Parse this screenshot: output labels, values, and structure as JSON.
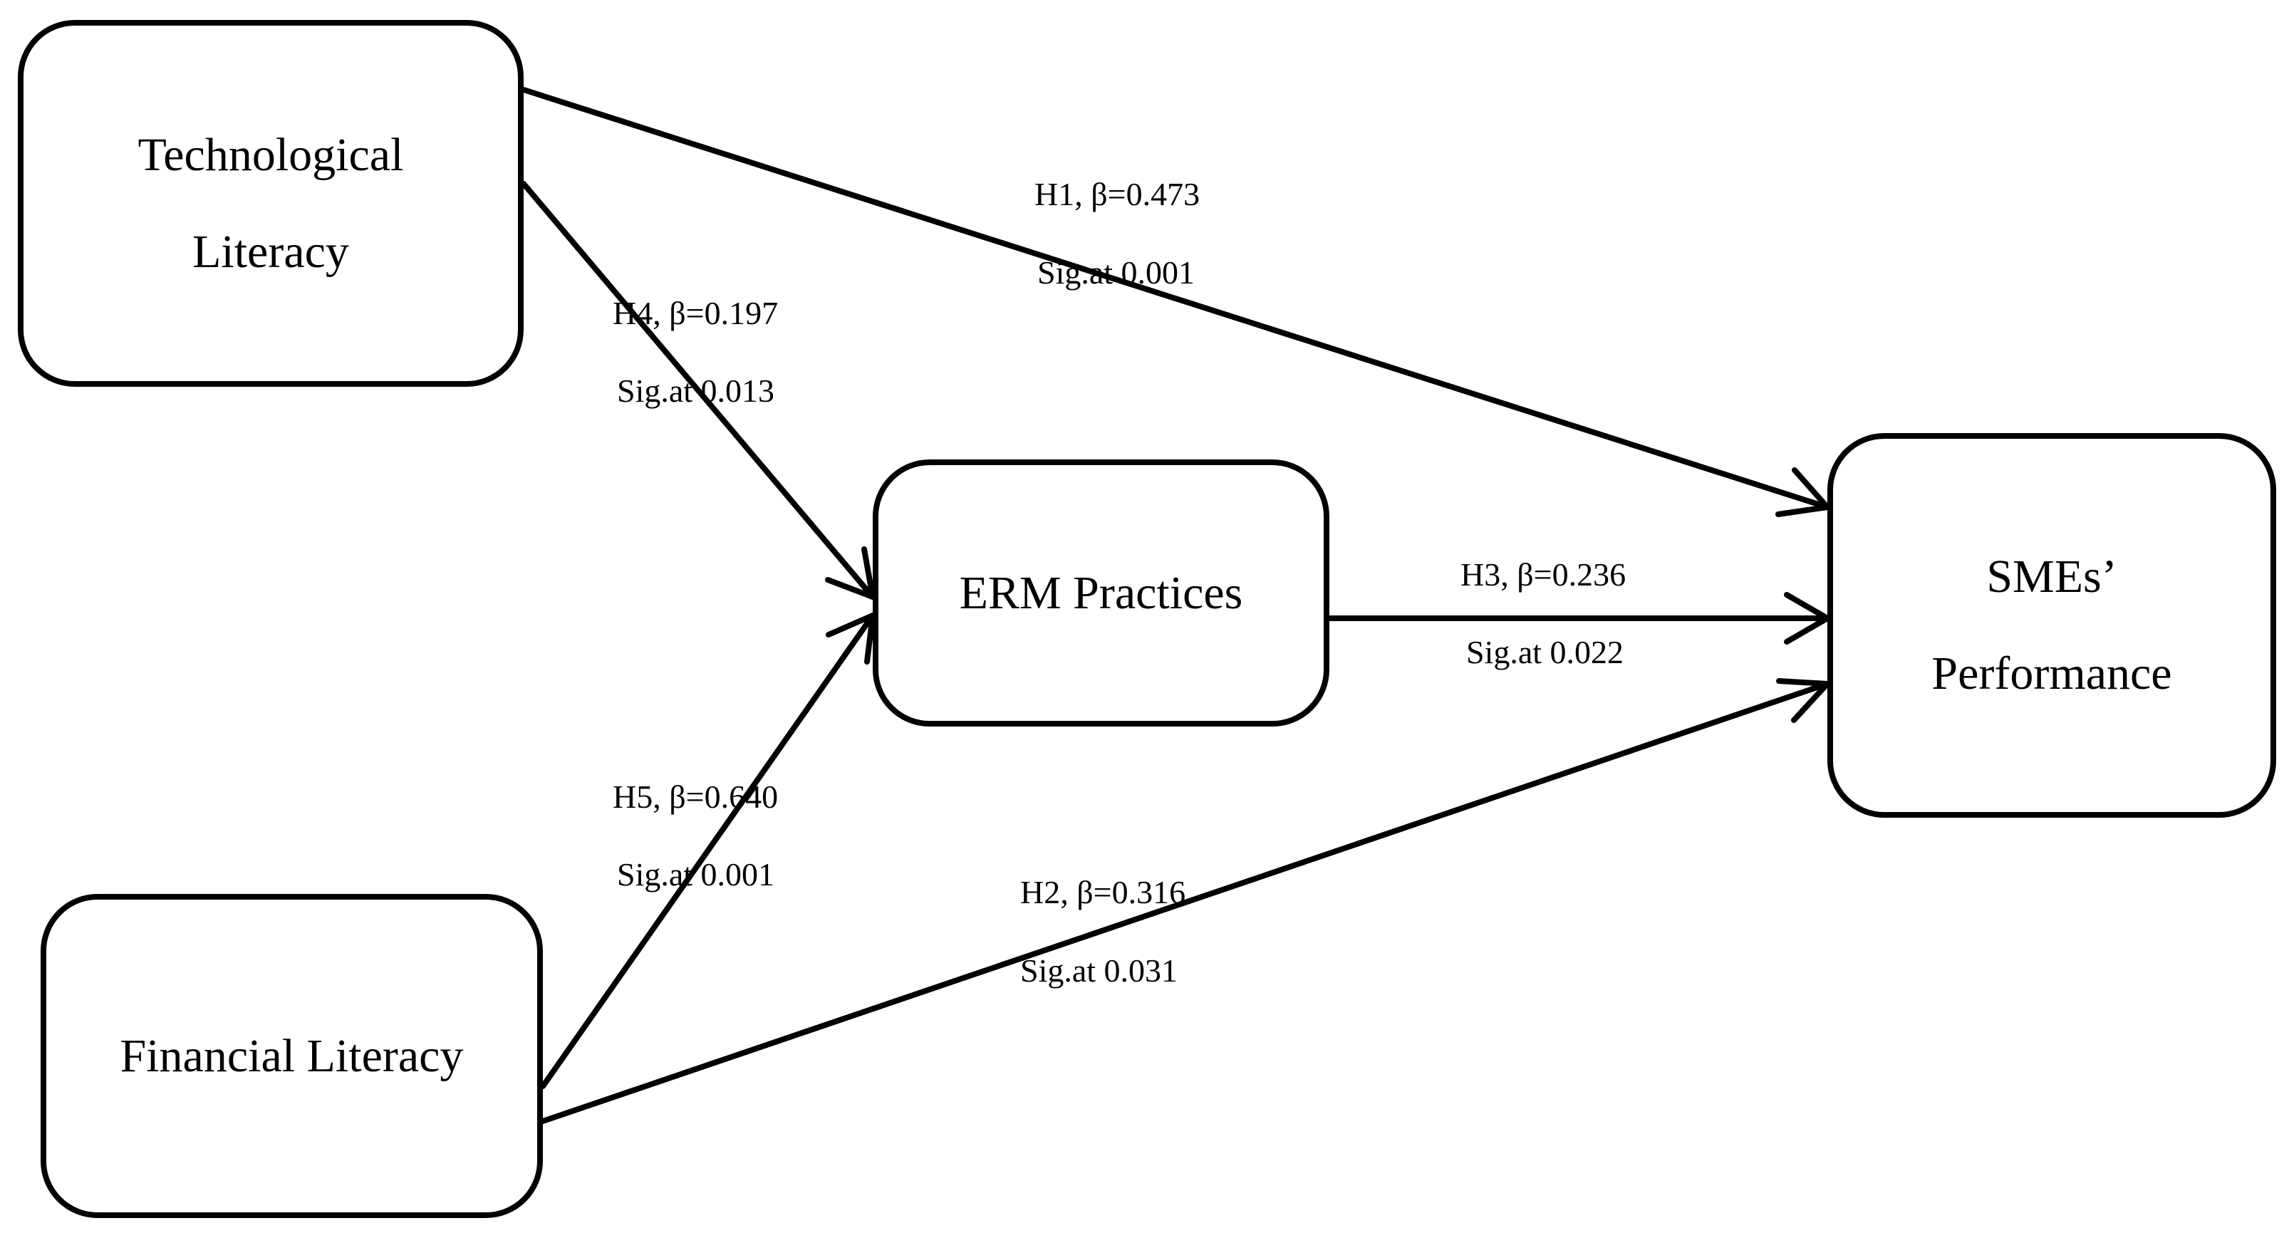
{
  "nodes": {
    "tech": {
      "lines": [
        "Technological",
        "Literacy"
      ]
    },
    "fin": {
      "lines": [
        "Financial Literacy"
      ]
    },
    "erm": {
      "lines": [
        "ERM Practices"
      ]
    },
    "sme": {
      "lines": [
        "SMEs’",
        "Performance"
      ]
    }
  },
  "edges": {
    "h1": {
      "hypothesis": "H1, β=0.473",
      "sig": "Sig.at 0.001"
    },
    "h2": {
      "hypothesis": "H2, β=0.316",
      "sig": "Sig.at 0.031"
    },
    "h3": {
      "hypothesis": "H3, β=0.236",
      "sig": "Sig.at 0.022"
    },
    "h4": {
      "hypothesis": "H4, β=0.197",
      "sig": "Sig.at 0.013"
    },
    "h5": {
      "hypothesis": "H5, β=0.640",
      "sig": "Sig.at 0.001"
    }
  }
}
